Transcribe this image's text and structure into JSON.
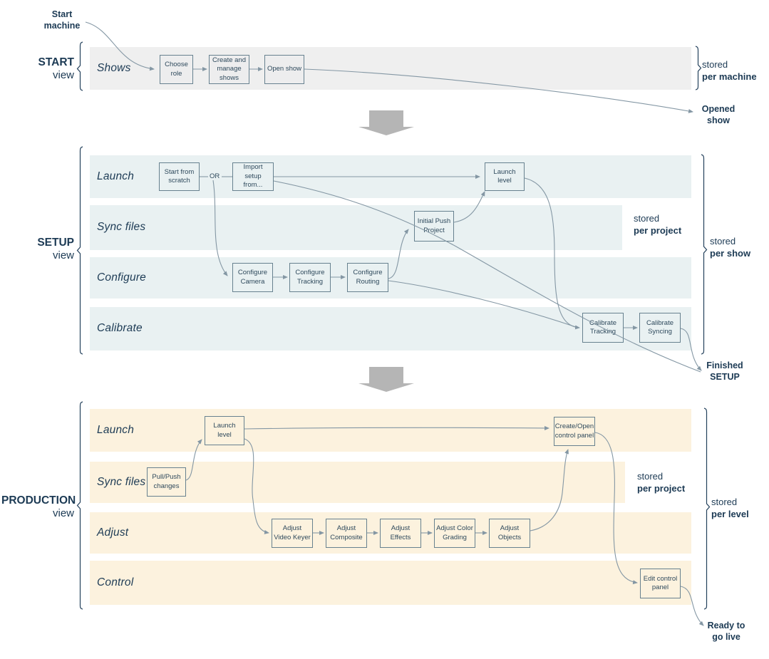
{
  "colors": {
    "band_gray": "#efefef",
    "band_blue": "#e9f1f2",
    "band_cream": "#fcf2de",
    "box_border": "#67818f",
    "wire": "#8497a4",
    "navy_text": "#1c3a54",
    "big_arrow_gray": "#b5b5b5"
  },
  "start": {
    "bracket_label": "START",
    "bracket_sublabel": "view",
    "annotation_in": "Start machine",
    "row_label": "Shows",
    "boxes": [
      {
        "label": "Choose role"
      },
      {
        "label": "Create and manage shows"
      },
      {
        "label": "Open show"
      }
    ],
    "stored_line1": "stored",
    "stored_line2": "per machine",
    "annotation_out": "Opened show"
  },
  "setup": {
    "bracket_label": "SETUP",
    "bracket_sublabel": "view",
    "or_label": "OR",
    "rows": [
      {
        "label": "Launch"
      },
      {
        "label": "Sync files"
      },
      {
        "label": "Configure"
      },
      {
        "label": "Calibrate"
      }
    ],
    "boxes": [
      {
        "label": "Start from scratch"
      },
      {
        "label": "Import setup from..."
      },
      {
        "label": "Launch level"
      },
      {
        "label": "Initial Push Project"
      },
      {
        "label": "Configure Camera"
      },
      {
        "label": "Configure Tracking"
      },
      {
        "label": "Configure Routing"
      },
      {
        "label": "Calibrate Tracking"
      },
      {
        "label": "Calibrate Syncing"
      }
    ],
    "stored_project_line1": "stored",
    "stored_project_line2": "per project",
    "stored_line1": "stored",
    "stored_line2": "per show",
    "annotation_out": "Finished SETUP"
  },
  "production": {
    "bracket_label": "PRODUCTION",
    "bracket_sublabel": "view",
    "rows": [
      {
        "label": "Launch"
      },
      {
        "label": "Sync files"
      },
      {
        "label": "Adjust"
      },
      {
        "label": "Control"
      }
    ],
    "boxes": [
      {
        "label": "Launch level"
      },
      {
        "label": "Pull/Push changes"
      },
      {
        "label": "Adjust Video Keyer"
      },
      {
        "label": "Adjust Composite"
      },
      {
        "label": "Adjust Effects"
      },
      {
        "label": "Adjust Color Grading"
      },
      {
        "label": "Adjust Objects"
      },
      {
        "label": "Create/Open control panel"
      },
      {
        "label": "Edit control panel"
      }
    ],
    "stored_project_line1": "stored",
    "stored_project_line2": "per project",
    "stored_line1": "stored",
    "stored_line2": "per level",
    "annotation_out": "Ready to go live"
  }
}
